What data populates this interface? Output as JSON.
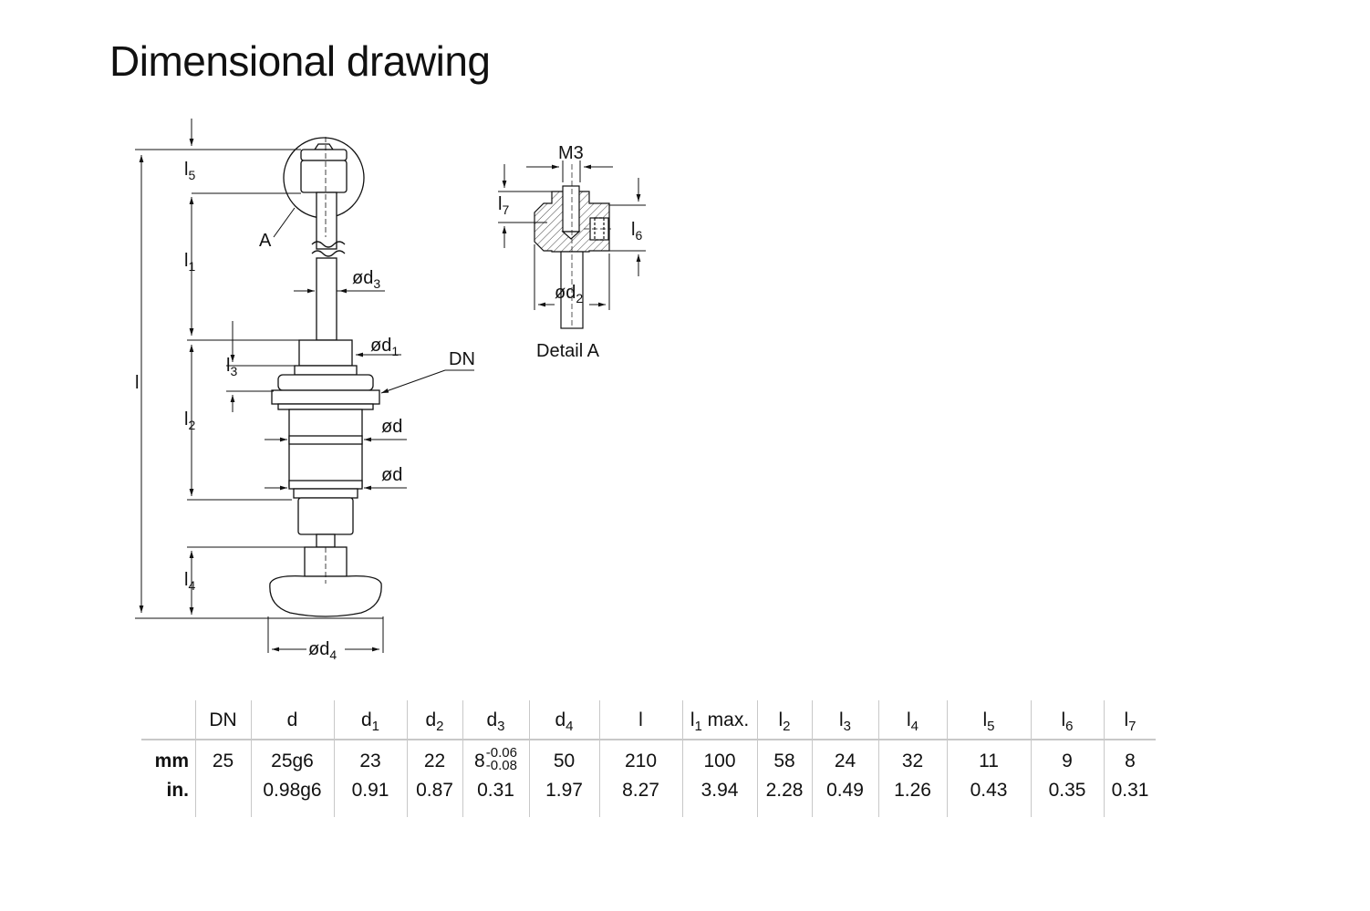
{
  "title": "Dimensional drawing",
  "drawing": {
    "labels": {
      "l": "l",
      "l1": "l1",
      "l2": "l2",
      "l3": "l3",
      "l4": "l4",
      "l5": "l5",
      "l6": "l6",
      "l7": "l7",
      "A": "A",
      "DN": "DN",
      "od": "ød",
      "od1": "ød1",
      "od2": "ød2",
      "od3": "ød3",
      "od4": "ød4",
      "M3": "M3",
      "detail": "Detail A"
    }
  },
  "table": {
    "row_labels": [
      "mm",
      "in."
    ],
    "columns": [
      {
        "head": "DN",
        "sub": "",
        "mm": "25",
        "in": ""
      },
      {
        "head": "d",
        "sub": "",
        "mm": "25g6",
        "in": "0.98g6"
      },
      {
        "head": "d",
        "sub": "1",
        "mm": "23",
        "in": "0.91"
      },
      {
        "head": "d",
        "sub": "2",
        "mm": "22",
        "in": "0.87"
      },
      {
        "head": "d",
        "sub": "3",
        "mm": "8",
        "mm_tol_upper": "-0.06",
        "mm_tol_lower": "-0.08",
        "in": "0.31"
      },
      {
        "head": "d",
        "sub": "4",
        "mm": "50",
        "in": "1.97"
      },
      {
        "head": "l",
        "sub": "",
        "mm": "210",
        "in": "8.27"
      },
      {
        "head": "l",
        "sub": "1",
        "suffix": " max.",
        "mm": "100",
        "in": "3.94"
      },
      {
        "head": "l",
        "sub": "2",
        "mm": "58",
        "in": "2.28"
      },
      {
        "head": "l",
        "sub": "3",
        "mm": "24",
        "in": "0.49"
      },
      {
        "head": "l",
        "sub": "4",
        "mm": "32",
        "in": "1.26"
      },
      {
        "head": "l",
        "sub": "5",
        "mm": "11",
        "in": "0.43"
      },
      {
        "head": "l",
        "sub": "6",
        "mm": "9",
        "in": "0.35"
      },
      {
        "head": "l",
        "sub": "7",
        "mm": "8",
        "in": "0.31"
      }
    ]
  }
}
